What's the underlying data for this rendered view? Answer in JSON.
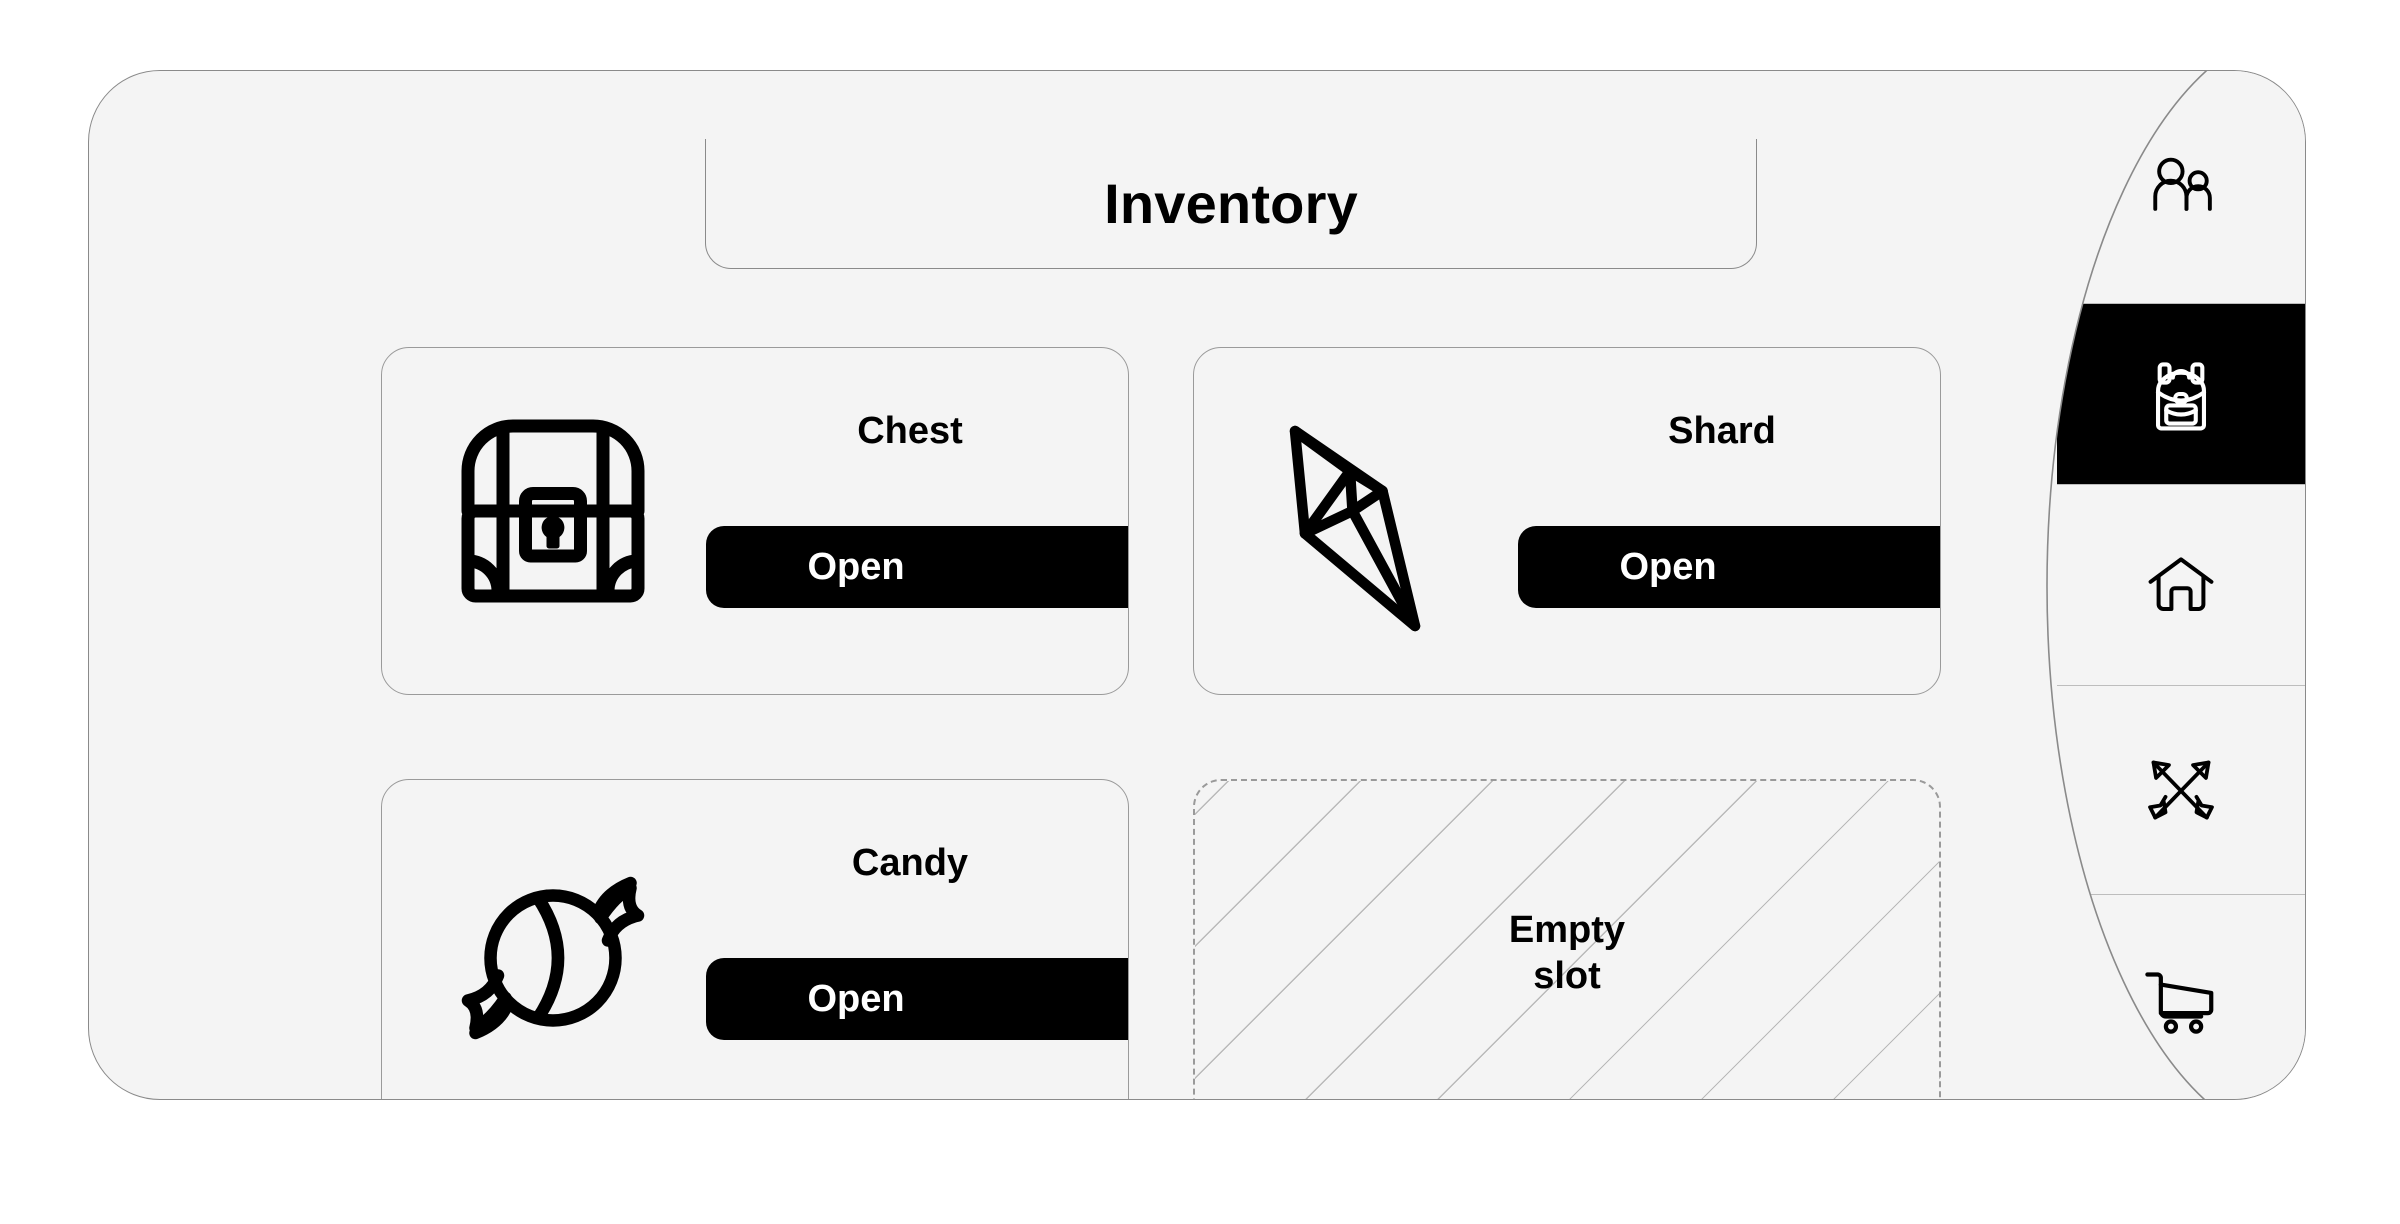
{
  "header": {
    "title": "Inventory"
  },
  "inventory": {
    "slots": [
      {
        "name": "Chest",
        "icon": "chest-icon",
        "action_label": "Open",
        "empty": false
      },
      {
        "name": "Shard",
        "icon": "shard-icon",
        "action_label": "Open",
        "empty": false
      },
      {
        "name": "Candy",
        "icon": "candy-icon",
        "action_label": "Open",
        "empty": false
      },
      {
        "name": "Empty slot",
        "icon": "none",
        "action_label": "",
        "empty": true,
        "label_line1": "Empty",
        "label_line2": "slot"
      }
    ]
  },
  "sidebar": {
    "items": [
      {
        "icon": "people-icon",
        "name": "friends",
        "active": false
      },
      {
        "icon": "backpack-icon",
        "name": "inventory",
        "active": true
      },
      {
        "icon": "home-icon",
        "name": "home",
        "active": false
      },
      {
        "icon": "crossed-arrows-icon",
        "name": "battle",
        "active": false
      },
      {
        "icon": "shopping-cart-icon",
        "name": "shop",
        "active": false
      }
    ]
  },
  "colors": {
    "panel_bg": "#f4f4f4",
    "page_bg": "#ffffff",
    "border": "#8a8a8a",
    "accent": "#000000",
    "accent_text": "#ffffff",
    "hatch": "#b9b9b9"
  }
}
